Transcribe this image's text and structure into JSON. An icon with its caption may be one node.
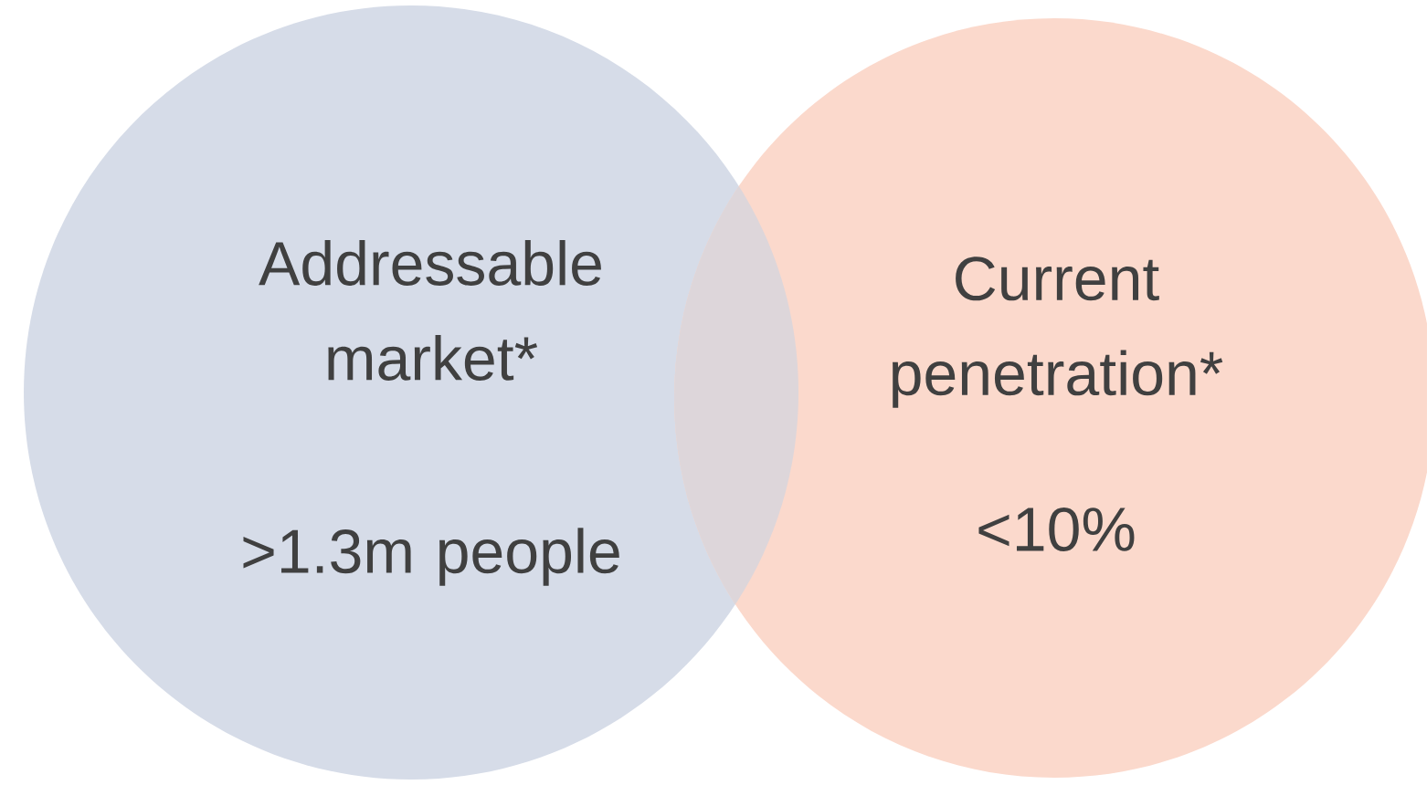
{
  "diagram": {
    "nodes": [
      {
        "text": [
          "Addressable market*",
          ">1.3m people"
        ]
      },
      {
        "text": [
          "Current penetration*",
          "<10%"
        ]
      }
    ]
  }
}
